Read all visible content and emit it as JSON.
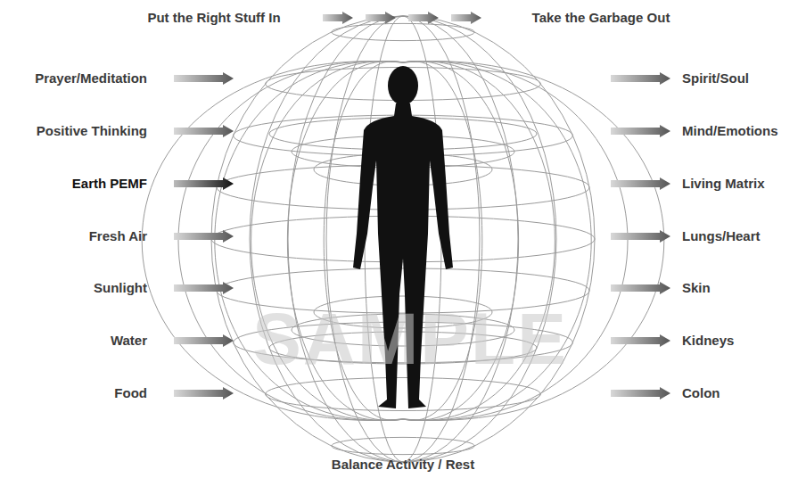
{
  "diagram": {
    "labels": [
      "Put the Right Stuff In",
      "Take the Garbage Out",
      "Prayer/Meditation",
      "Spirit/Soul",
      "Positive Thinking",
      "Mind/Emotions",
      "Earth PEMF",
      "Living Matrix",
      "Fresh Air",
      "Lungs/Heart",
      "Sunlight",
      "Skin",
      "Water",
      "Kidneys",
      "Food",
      "Colon",
      "Balance Activity / Rest",
      "SAMPLE"
    ]
  }
}
